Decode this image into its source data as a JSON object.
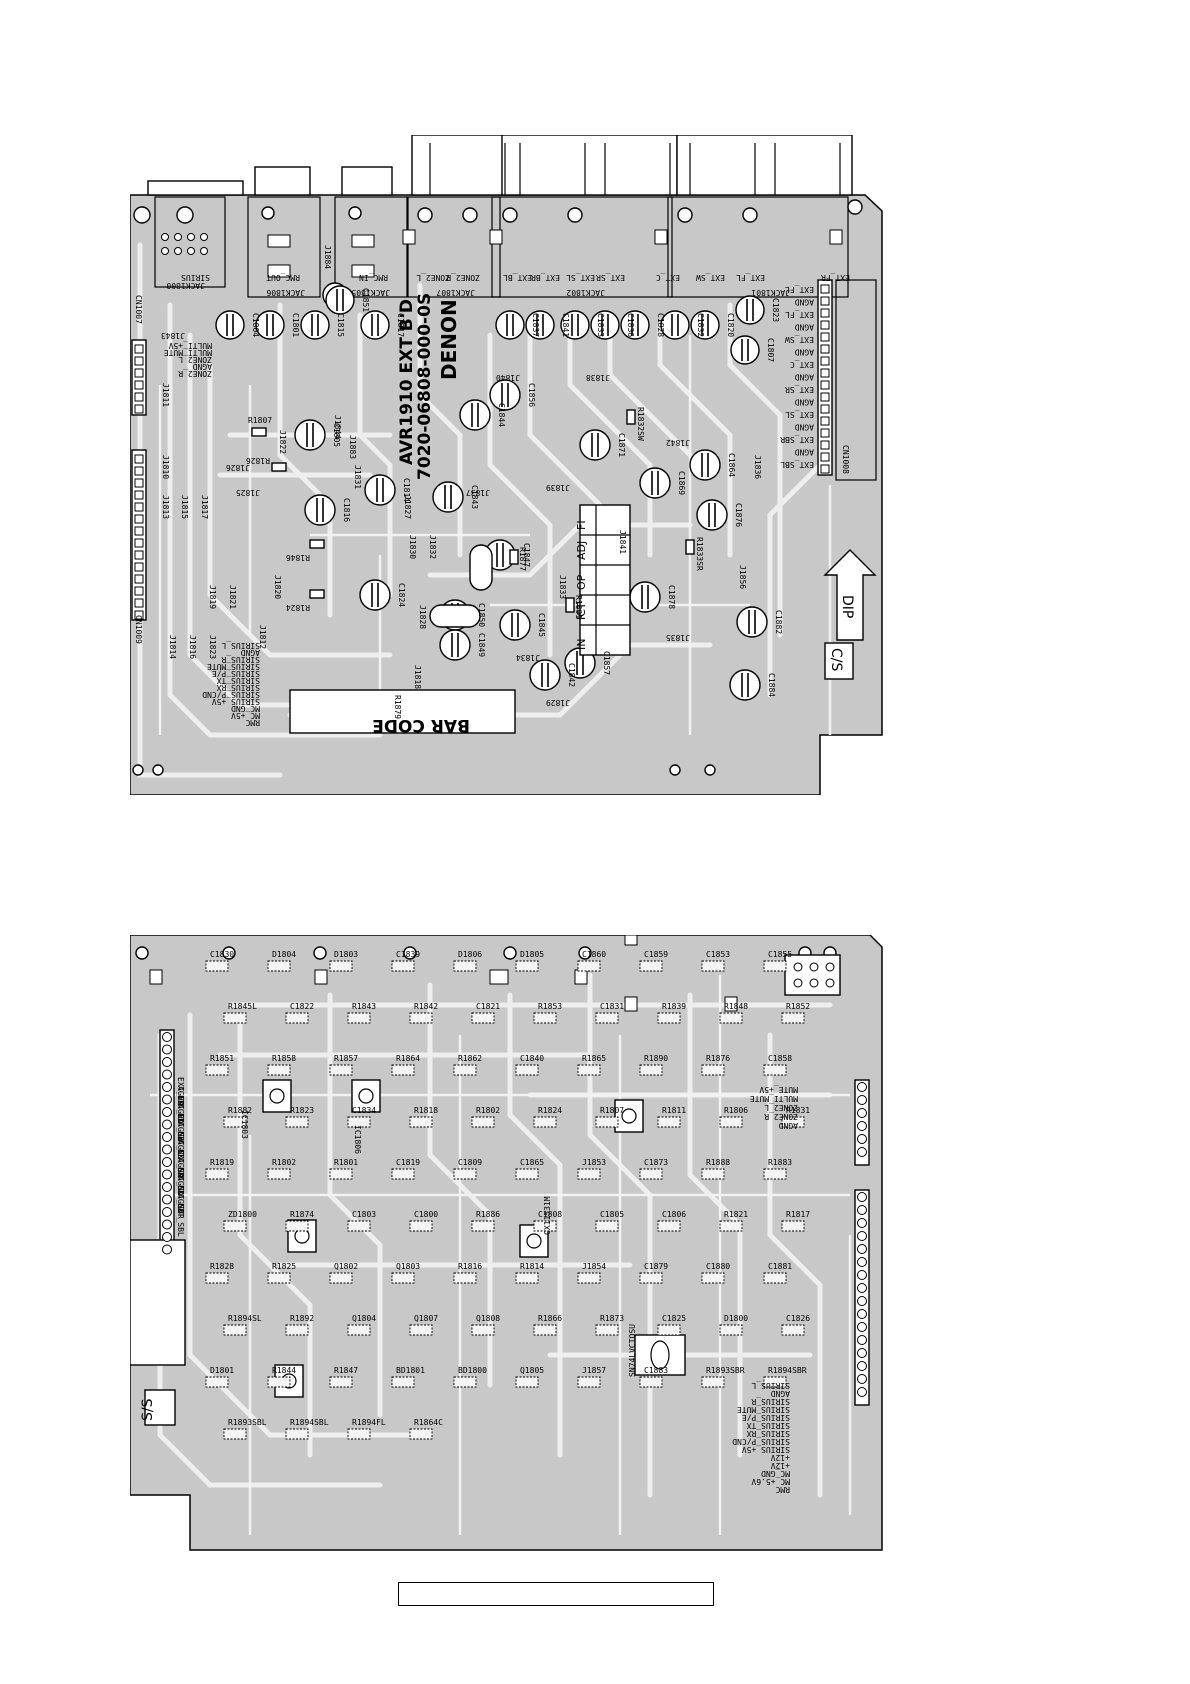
{
  "top_board": {
    "model_label": "AVR1910 EXT B'D",
    "part_number": "7020-06808-000-0S",
    "brand": "DENON",
    "barcode_label": "BAR CODE",
    "dip_label": "DIP",
    "cs_label": "C/S",
    "func_box": [
      "IN",
      "ICT",
      "OP",
      "ADJ",
      "FI"
    ],
    "jack_labels": [
      "JACK1800",
      "JACK1806",
      "JACK1805",
      "JACK1807",
      "JACK1802",
      "JACK1801"
    ],
    "jack_sub_labels": [
      "SIRIUS",
      "RMC_OUT",
      "RMC_IN",
      "ZONE2_L",
      "ZONE2_R",
      "EXT_BL",
      "EXT_BR",
      "EXT_SL",
      "EXT_SR",
      "EXT_C",
      "EXT_SW",
      "EXT_FL",
      "EXT_FR"
    ],
    "connector_labels": [
      "CN1007",
      "CN1009",
      "CN1008"
    ],
    "connector_pins_right": [
      "EXT_FL",
      "AGND",
      "EXT_FL",
      "AGND",
      "EXT_SW",
      "AGND",
      "EXT_C",
      "AGND",
      "EXT_SR",
      "AGND",
      "EXT_SL",
      "AGND",
      "EXT_SBR",
      "AGND",
      "EXT_SBL"
    ],
    "connector_pins_left_top": [
      "MULTI_+5V",
      "MULTI_MUTE",
      "ZONE2_L",
      "AGND",
      "ZONE2_R"
    ],
    "connector_pins_left_bottom": [
      "SIRIUS_L",
      "AGND",
      "SIRIUS_R",
      "SIRIUS_MUTE",
      "SIRIUS_P/E",
      "SIRIUS_TX",
      "SIRIUS_RX",
      "SIRIUS_P/CND",
      "SIRIUS_+5V",
      "MC_GND",
      "MC_+5V",
      "RMC"
    ],
    "capacitors": [
      {
        "ref": "C1804"
      },
      {
        "ref": "C1801"
      },
      {
        "ref": "C1815"
      },
      {
        "ref": "C1851"
      },
      {
        "ref": "C1817"
      },
      {
        "ref": "C1837"
      },
      {
        "ref": "C1841"
      },
      {
        "ref": "C1833"
      },
      {
        "ref": "C1836"
      },
      {
        "ref": "C1828"
      },
      {
        "ref": "C1832"
      },
      {
        "ref": "C1820"
      },
      {
        "ref": "C1823"
      },
      {
        "ref": "C1807"
      },
      {
        "ref": "C1805"
      },
      {
        "ref": "C1844"
      },
      {
        "ref": "C1856"
      },
      {
        "ref": "C1871"
      },
      {
        "ref": "C1816"
      },
      {
        "ref": "C1814"
      },
      {
        "ref": "C1843"
      },
      {
        "ref": "C1869"
      },
      {
        "ref": "C1864"
      },
      {
        "ref": "C1876"
      },
      {
        "ref": "C1824"
      },
      {
        "ref": "C1847"
      },
      {
        "ref": "C1850"
      },
      {
        "ref": "C1845"
      },
      {
        "ref": "C1878"
      },
      {
        "ref": "C1882"
      },
      {
        "ref": "C1849"
      },
      {
        "ref": "C1842"
      },
      {
        "ref": "C1857"
      },
      {
        "ref": "C1884"
      }
    ],
    "resistors": [
      "R1807",
      "R1826",
      "R1846",
      "R1824",
      "R1877",
      "R1891",
      "R1879",
      "R1833SR",
      "R1832SW"
    ],
    "jumpers": [
      "J1843",
      "J1811",
      "J1810",
      "J1813",
      "J1815",
      "J1817",
      "J1822",
      "J1825",
      "J1826",
      "J1844",
      "J1883",
      "J1831",
      "J1827",
      "J1830",
      "J1832",
      "J1837",
      "J1839",
      "J1838",
      "J1840",
      "J1842",
      "J1836",
      "J1841",
      "J1856",
      "J1835",
      "J1833",
      "J1834",
      "J1829",
      "J1828",
      "J1818",
      "J1819",
      "J1821",
      "J1820",
      "J1812",
      "J1814",
      "J1816",
      "J1823",
      "J1884"
    ]
  },
  "bottom_board": {
    "ss_label": "S/S",
    "ic_labels": [
      "IC1803",
      "IC1806",
      "SN74LVCTOSU",
      "CX11531M"
    ],
    "component_labels": [
      "C1830",
      "D1804",
      "D1803",
      "C1839",
      "D1806",
      "D1805",
      "C1860",
      "C1859",
      "C1853",
      "C1855",
      "R1845L",
      "C1822",
      "R1843",
      "R1842",
      "C1821",
      "R1853",
      "C1831",
      "R1839",
      "R1848",
      "R1852",
      "R1851",
      "R1858",
      "R1857",
      "R1864",
      "R1862",
      "C1840",
      "R1865",
      "R1890",
      "R1876",
      "C1858",
      "R1882",
      "R1823",
      "C1834",
      "R1818",
      "R1802",
      "R1824",
      "R1807",
      "R1811",
      "R1806",
      "R1831",
      "R1819",
      "R1802",
      "R1801",
      "C1819",
      "C1809",
      "C1865",
      "J1853",
      "C1873",
      "R1888",
      "R1883",
      "ZD1800",
      "R1874",
      "C1803",
      "C1800",
      "R1886",
      "C1808",
      "C1805",
      "C1806",
      "R1821",
      "R1817",
      "R1828",
      "R1825",
      "Q1802",
      "Q1803",
      "R1816",
      "R1814",
      "J1854",
      "C1879",
      "C1880",
      "C1881",
      "R1894SL",
      "R1892",
      "Q1804",
      "Q1807",
      "Q1808",
      "R1866",
      "R1873",
      "C1825",
      "D1800",
      "C1826",
      "D1801",
      "R1844",
      "R1847",
      "BD1801",
      "BD1800",
      "Q1805",
      "J1857",
      "C1883",
      "R1893SBR",
      "R1894SBR",
      "R1893SBL",
      "R1894SBL",
      "R1894FL",
      "R1864C"
    ],
    "connector_pins_right_top": [
      "MUTE_+5V",
      "MULTI_MUTE",
      "ZONE2_L",
      "ZONE2_R",
      "AGND"
    ],
    "connector_pins_left": [
      "EXT_FR",
      "AGND",
      "EXT_FL",
      "AGND",
      "EXT_SW",
      "AGND",
      "EXT_C",
      "AGND",
      "EXT_SR",
      "AGND",
      "EXT_SL",
      "AGND",
      "EXT_SBR",
      "AGND",
      "EXT_SBL"
    ],
    "connector_pins_right_bottom": [
      "SIRIUS_L",
      "AGND",
      "SIRIUS_R",
      "SIRIUS_MUTE",
      "SIRIUS_P/E",
      "SIRIUS_TX",
      "SIRIUS_RX",
      "SIRIUS_P/CND",
      "SIRIUS_+5V",
      "+12V",
      "+12V",
      "MC_GND",
      "MC_+5.6V",
      "RMC"
    ]
  },
  "colors": {
    "board": "#c8c8c8",
    "trace": "#eeeeee",
    "ink": "#000000"
  }
}
